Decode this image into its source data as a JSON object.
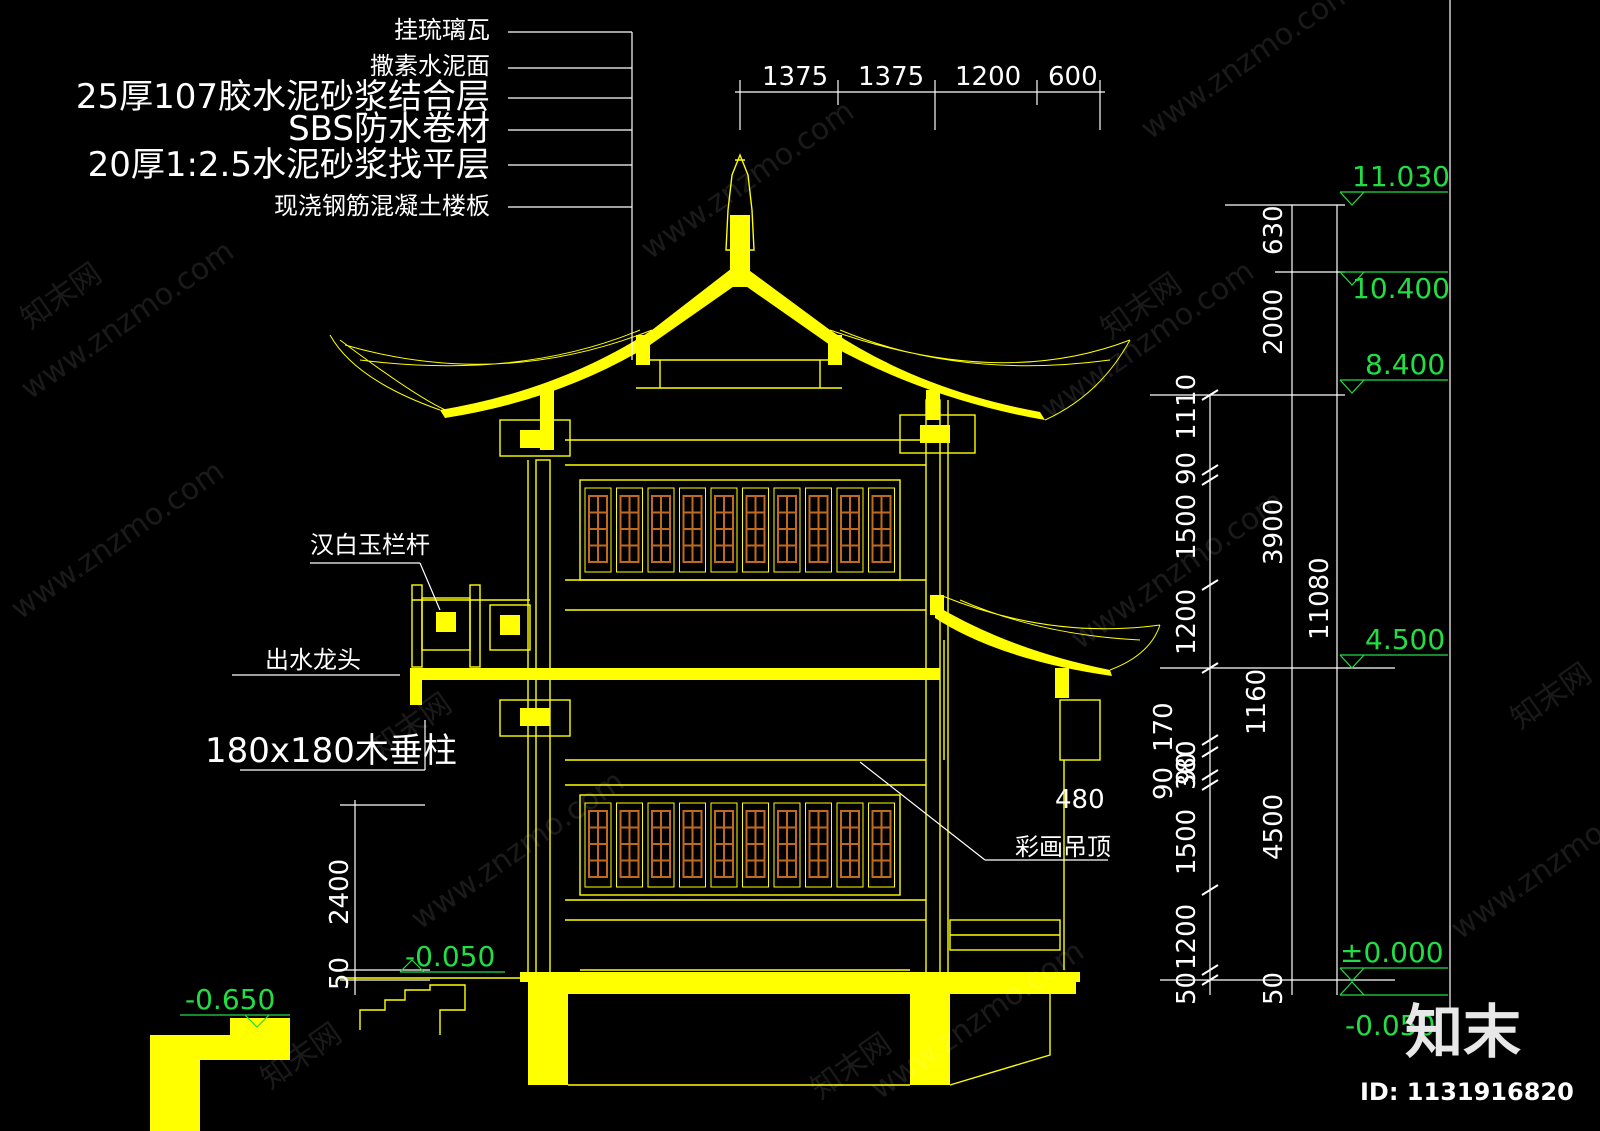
{
  "notes": {
    "roof": [
      "挂琉璃瓦",
      "撒素水泥面",
      "25厚107胶水泥砂浆结合层",
      "SBS防水卷材",
      "20厚1:2.5水泥砂浆找平层",
      "现浇钢筋混凝土楼板"
    ],
    "railing": "汉白玉栏杆",
    "spout": "出水龙头",
    "post": "180x180木垂柱",
    "ceiling": "彩画吊顶"
  },
  "dims": {
    "top": [
      "1375",
      "1375",
      "1200",
      "600"
    ],
    "right_inner": [
      "1110",
      "90",
      "1500",
      "1200",
      "170",
      "90",
      "380",
      "90",
      "1500",
      "1200",
      "50"
    ],
    "right_mid": [
      "630",
      "2000",
      "3900",
      "1160",
      "4500",
      "50"
    ],
    "total": "11080",
    "left_height": "2400",
    "left_small": "50",
    "lower_small": "480"
  },
  "elevations": {
    "e1": "11.030",
    "e2": "10.400",
    "e3": "8.400",
    "e4": "4.500",
    "e5": "±0.000",
    "e6": "-0.050",
    "e7": "-0.050",
    "e8": "-0.650"
  },
  "watermark": {
    "site": "www.znzmo.com",
    "brand": "知末网",
    "logo": "知末",
    "id": "ID: 1131916820"
  },
  "colors": {
    "structure": "#ffff00",
    "elevation": "#22dd44",
    "lattice": "#c06a20"
  }
}
